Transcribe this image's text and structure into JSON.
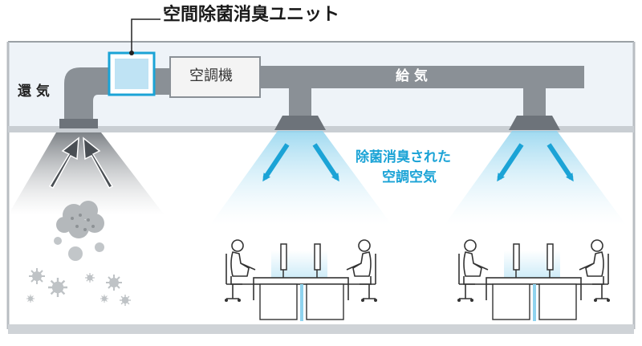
{
  "labels": {
    "unit_title": "空間除菌消臭ユニット",
    "air_conditioner": "空調機",
    "supply_air": "給 気",
    "return_air": "還 気",
    "clean_air_line1": "除菌消臭された",
    "clean_air_line2": "空調空気"
  },
  "colors": {
    "room_bg": "#eef3f8",
    "floor": "#d4d8dc",
    "duct": "#8a9096",
    "duct_dark": "#6d737a",
    "unit_border": "#1ba3d6",
    "unit_fill": "#bfe3f4",
    "clean_air_text": "#1ba3d6",
    "clean_arrow": "#1ba3d6",
    "return_arrow": "#555b60"
  },
  "icons": [
    "germ-icon",
    "dust-cloud-icon",
    "office-worker-icon",
    "computer-monitor-icon",
    "airflow-arrow-icon"
  ]
}
